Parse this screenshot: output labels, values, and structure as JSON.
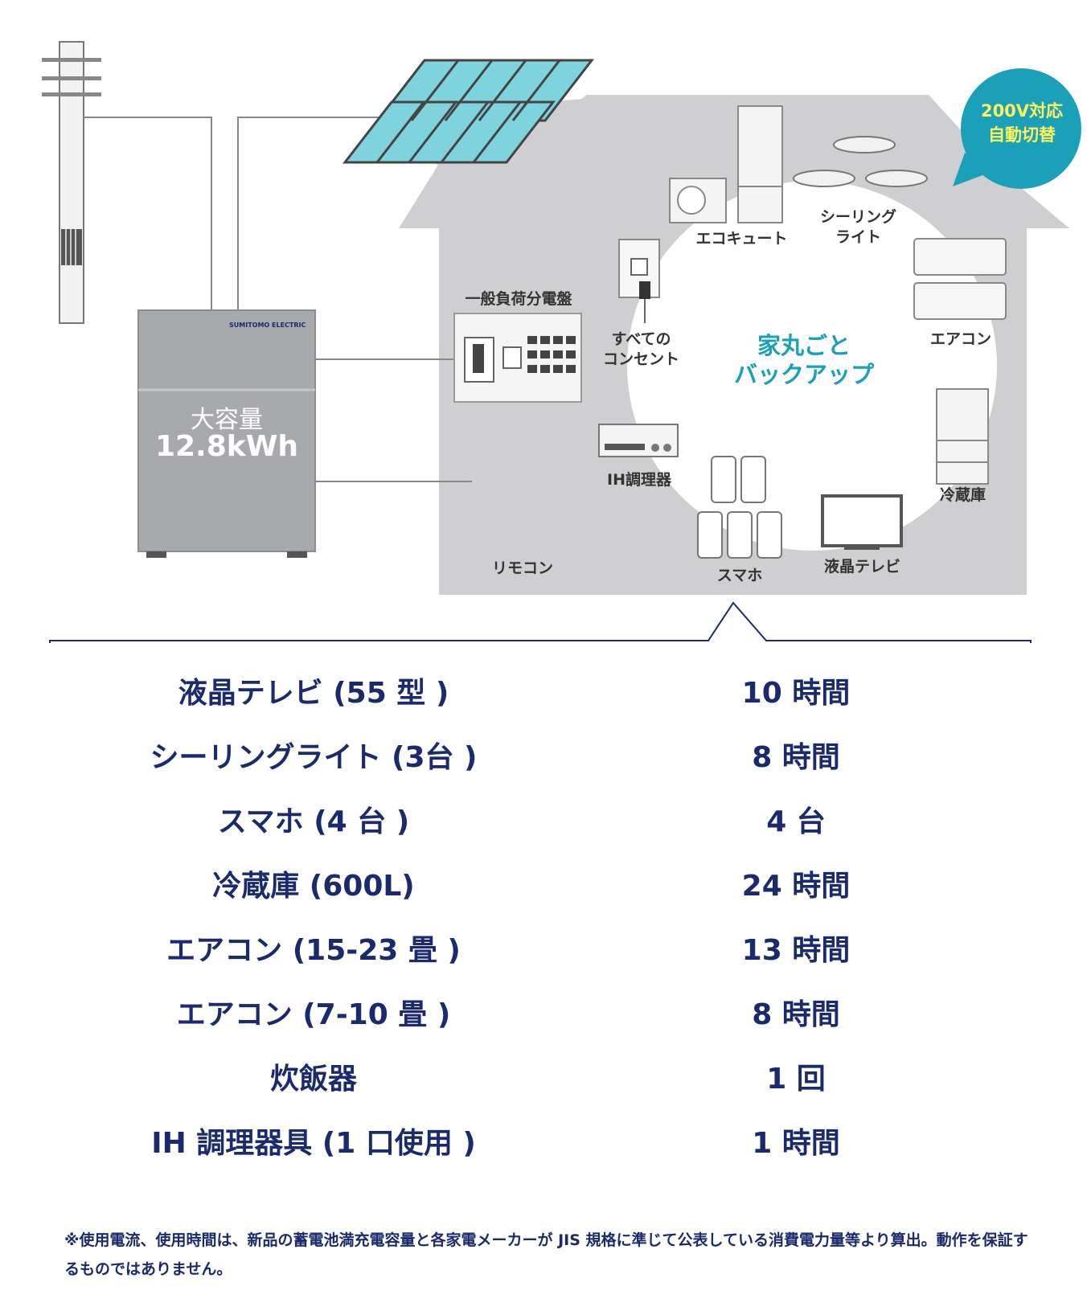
{
  "battery": {
    "brand": "SUMITOMO ELECTRIC",
    "capacity_label": "大容量",
    "capacity_value": "12.8kWh"
  },
  "badge": {
    "line1": "200V対応",
    "line2": "自動切替"
  },
  "center": {
    "line1": "家丸ごと",
    "line2": "バックアップ"
  },
  "appliances": {
    "panel": "一般負荷分電盤",
    "outlet_line1": "すべての",
    "outlet_line2": "コンセント",
    "ecocute": "エコキュート",
    "ceiling_line1": "シーリング",
    "ceiling_line2": "ライト",
    "aircon": "エアコン",
    "fridge": "冷蔵庫",
    "tv": "液晶テレビ",
    "phone": "スマホ",
    "ih": "IH調理器",
    "remote": "リモコン"
  },
  "colors": {
    "house": "#cfcfd1",
    "navy": "#1a2a6c",
    "teal": "#1aa0b8",
    "badge_text": "#fff35a",
    "solar": "#7fd3dc"
  },
  "rows": [
    {
      "name": "液晶テレビ (55 型 )",
      "value": "10 時間"
    },
    {
      "name": "シーリングライト (3台 )",
      "value": "8 時間"
    },
    {
      "name": "スマホ (4 台 )",
      "value": "4 台"
    },
    {
      "name": "冷蔵庫 (600L)",
      "value": "24 時間"
    },
    {
      "name": "エアコン (15-23 畳 )",
      "value": "13 時間"
    },
    {
      "name": "エアコン (7-10 畳 )",
      "value": "8 時間"
    },
    {
      "name": "炊飯器",
      "value": "1 回"
    },
    {
      "name": "IH 調理器具 (1 口使用 )",
      "value": "1 時間"
    }
  ],
  "footnote": "※使用電流、使用時間は、新品の蓄電池満充電容量と各家電メーカーが JIS 規格に準じて公表している消費電力量等より算出。動作を保証するものではありません。"
}
